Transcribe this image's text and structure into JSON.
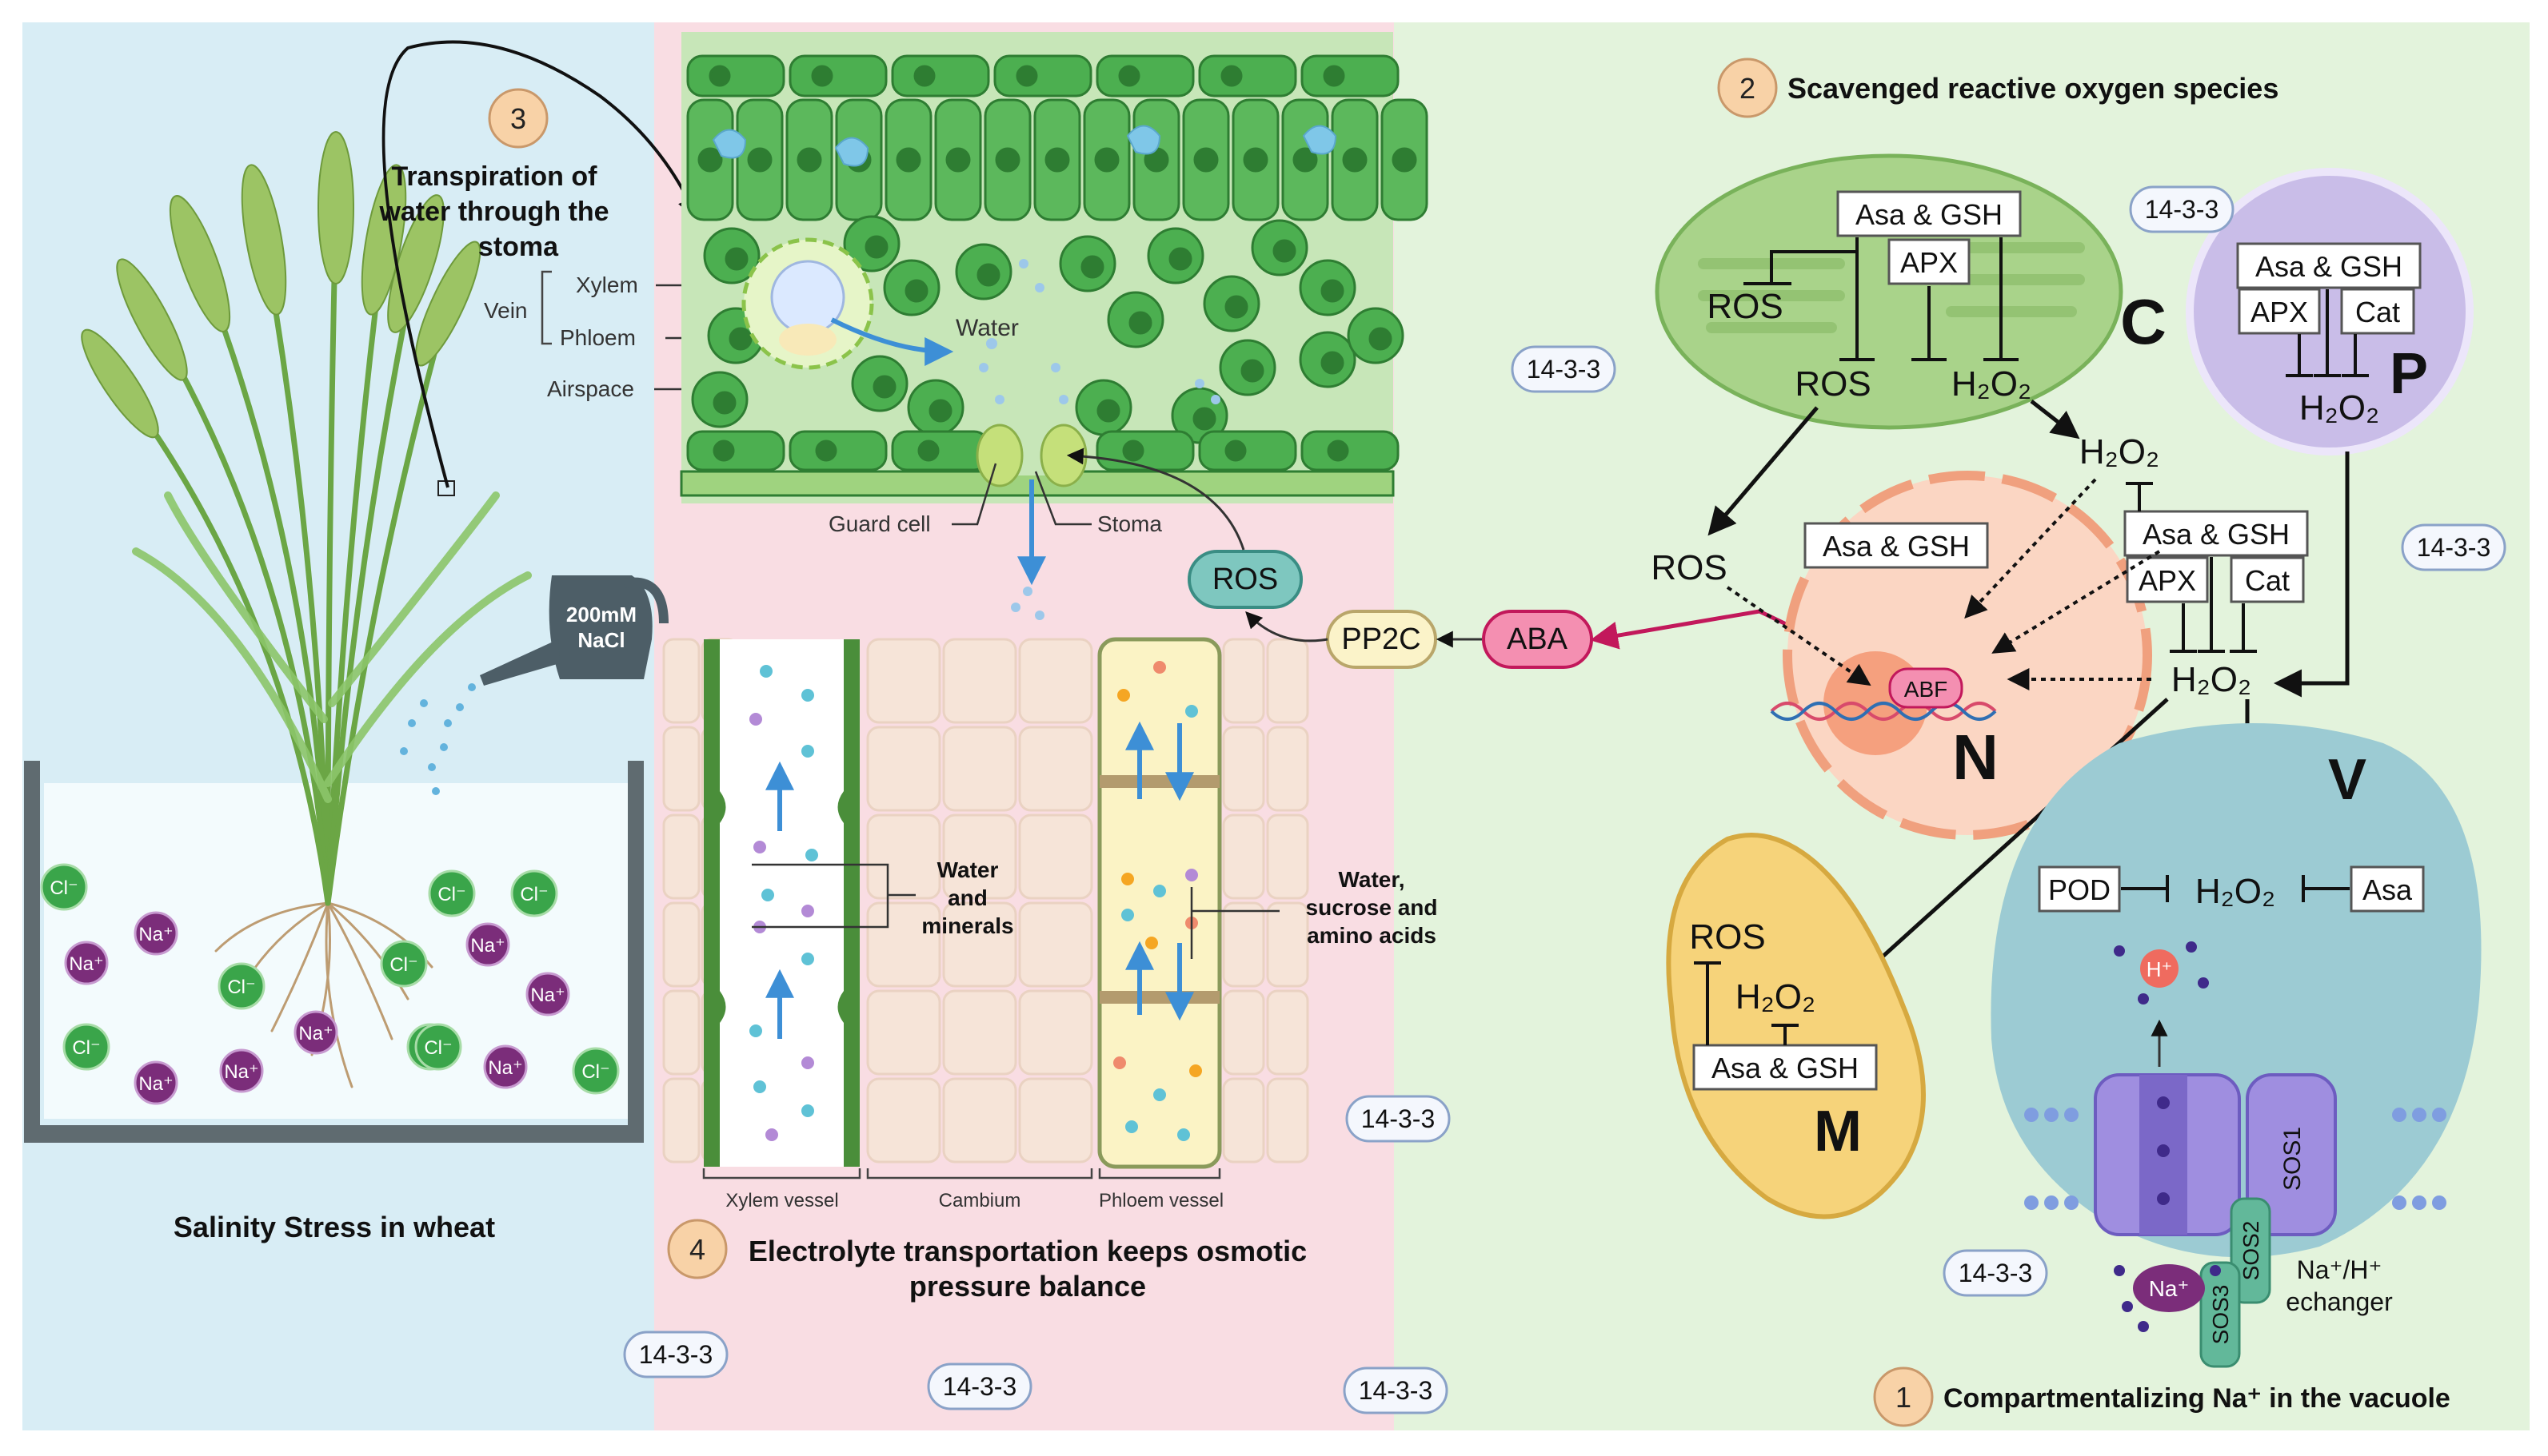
{
  "colors": {
    "panel_left": "#d8edf5",
    "panel_mid": "#f9dde3",
    "panel_right": "#e3f3dc",
    "leaf_green": "#4caf50",
    "na_purple": "#7b2d7a",
    "cl_green": "#3aa54a",
    "aba_pink": "#f48fb1",
    "ros_teal": "#7ec7bf",
    "vacuole": "#9ccbd3",
    "chloroplast": "#a9d38a",
    "peroxisome": "#c9bde8",
    "nucleus": "#f7b08f",
    "mito": "#f6d37a",
    "badge_step": "#f8d2a7"
  },
  "icons": [
    "watering-can-icon",
    "wheat-plant-icon",
    "dna-icon",
    "transporter-icon",
    "water-droplet-icon"
  ],
  "left": {
    "step": "3",
    "transpiration": [
      "Transpiration of",
      "water through the",
      "stoma"
    ],
    "vein": "Vein",
    "xylem": "Xylem",
    "phloem": "Phloem",
    "airspace": "Airspace",
    "can_line1": "200mM",
    "can_line2": "NaCl",
    "ions": [
      {
        "kind": "cl",
        "text": "Cl⁻"
      },
      {
        "kind": "na",
        "text": "Na⁺"
      },
      {
        "kind": "na",
        "text": "Na⁺"
      },
      {
        "kind": "cl",
        "text": "Cl⁻"
      },
      {
        "kind": "cl",
        "text": "Cl⁻"
      },
      {
        "kind": "na",
        "text": "Na⁺"
      },
      {
        "kind": "na",
        "text": "Na⁺"
      },
      {
        "kind": "cl",
        "text": "Cl⁻"
      },
      {
        "kind": "cl",
        "text": "Cl⁻"
      },
      {
        "kind": "cl",
        "text": "Cl⁻"
      },
      {
        "kind": "na",
        "text": "Na⁺"
      },
      {
        "kind": "na",
        "text": "Na⁺"
      },
      {
        "kind": "cl",
        "text": "Cl⁻"
      },
      {
        "kind": "na",
        "text": "Na⁺"
      },
      {
        "kind": "cl",
        "text": "Cl⁻"
      },
      {
        "kind": "cl",
        "text": "Cl⁻"
      },
      {
        "kind": "na",
        "text": "Na⁺"
      }
    ],
    "title": "Salinity Stress in wheat"
  },
  "middle": {
    "water": "Water",
    "guard_cell": "Guard cell",
    "stoma": "Stoma",
    "water_minerals": [
      "Water",
      "and",
      "minerals"
    ],
    "water_sucrose": [
      "Water,",
      "sucrose and",
      "amino acids"
    ],
    "xylem_vessel": "Xylem vessel",
    "cambium": "Cambium",
    "phloem_vessel": "Phloem vessel",
    "step": "4",
    "caption": [
      "Electrolyte transportation keeps osmotic",
      "pressure balance"
    ],
    "ros": "ROS",
    "pp2c": "PP2C"
  },
  "right": {
    "step2": "2",
    "step2_text": "Scavenged reactive oxygen species",
    "aba": "ABA",
    "abf": "ABF",
    "chloroplast": {
      "letter": "C",
      "asa_gsh": "Asa & GSH",
      "apx": "APX",
      "ros1": "ROS",
      "ros2": "ROS",
      "h2o2": "H₂O₂"
    },
    "peroxisome": {
      "letter": "P",
      "asa_gsh": "Asa & GSH",
      "apx": "APX",
      "cat": "Cat",
      "h2o2": "H₂O₂"
    },
    "cytosol": {
      "h2o2_top": "H₂O₂",
      "asa_gsh": "Asa & GSH",
      "apx": "APX",
      "cat": "Cat",
      "h2o2_main": "H₂O₂",
      "ros": "ROS"
    },
    "nucleus": {
      "letter": "N",
      "asa_gsh": "Asa & GSH"
    },
    "mito": {
      "letter": "M",
      "ros": "ROS",
      "h2o2": "H₂O₂",
      "asa_gsh": "Asa & GSH"
    },
    "vacuole": {
      "letter": "V",
      "pod": "POD",
      "h2o2": "H₂O₂",
      "asa": "Asa",
      "hplus": "H⁺"
    },
    "sos1": "SOS1",
    "sos2": "SOS2",
    "sos3": "SOS3",
    "na": "Na⁺",
    "exchanger": [
      "Na⁺/H⁺",
      "echanger"
    ],
    "step1": "1",
    "step1_text": "Compartmentalizing Na⁺ in the vacuole"
  },
  "badges": [
    "14-3-3",
    "14-3-3",
    "14-3-3",
    "14-3-3",
    "14-3-3",
    "14-3-3",
    "14-3-3",
    "14-3-3"
  ]
}
